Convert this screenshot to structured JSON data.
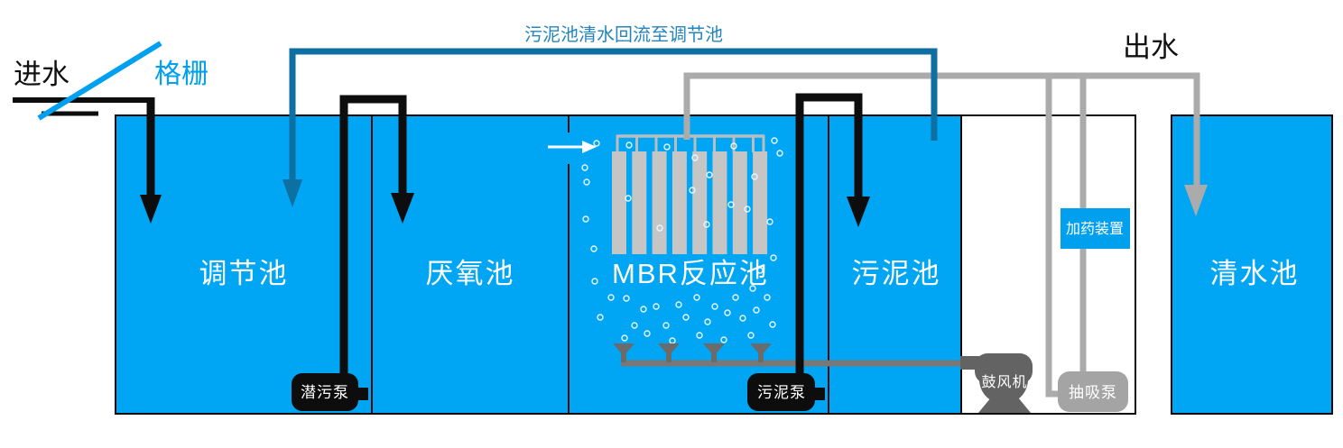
{
  "labels": {
    "inlet": "进水",
    "screen": "格栅",
    "outlet": "出水",
    "return_line": "污泥池清水回流至调节池"
  },
  "tanks": [
    {
      "name": "调节池"
    },
    {
      "name": "厌氧池"
    },
    {
      "name": "MBR反应池"
    },
    {
      "name": "污泥池"
    },
    {
      "name": "清水池"
    }
  ],
  "equipment": {
    "submersible_pump": "潜污泵",
    "sludge_pump": "污泥泵",
    "blower": "鼓风机",
    "suction_pump": "抽吸泵",
    "dosing_device": "加药装置"
  },
  "colors": {
    "tank_fill": "#00A5F3",
    "tank_border": "#0a0a0a",
    "return_pipe": "#0E6FA3",
    "return_label_text": "#2585BD",
    "screen_blue": "#00A0F0",
    "permeate_pipe_gray": "#ABABAB",
    "aeration_pipe_gray": "#787878",
    "diffuser_gray": "#6b6b6b",
    "blower_dark_gray": "#636363",
    "suction_pump_gray": "#A4A4A4",
    "membrane_gray": "#C5C5C5",
    "pipe_black": "#0D0D0D"
  }
}
